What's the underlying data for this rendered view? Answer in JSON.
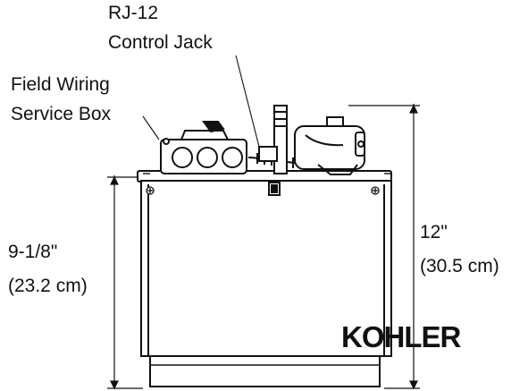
{
  "labels": {
    "rj12_line1": "RJ-12",
    "rj12_line2": "Control Jack",
    "field_line1": "Field Wiring",
    "field_line2": "Service Box",
    "left_dim_line1": "9-1/8\"",
    "left_dim_line2": "(23.2 cm)",
    "right_dim_line1": "12\"",
    "right_dim_line2": "(30.5 cm)"
  },
  "logo": {
    "text": "KOHLER"
  },
  "colors": {
    "ink": "#111111",
    "paper": "#ffffff",
    "gray": "#8f8f8f"
  }
}
